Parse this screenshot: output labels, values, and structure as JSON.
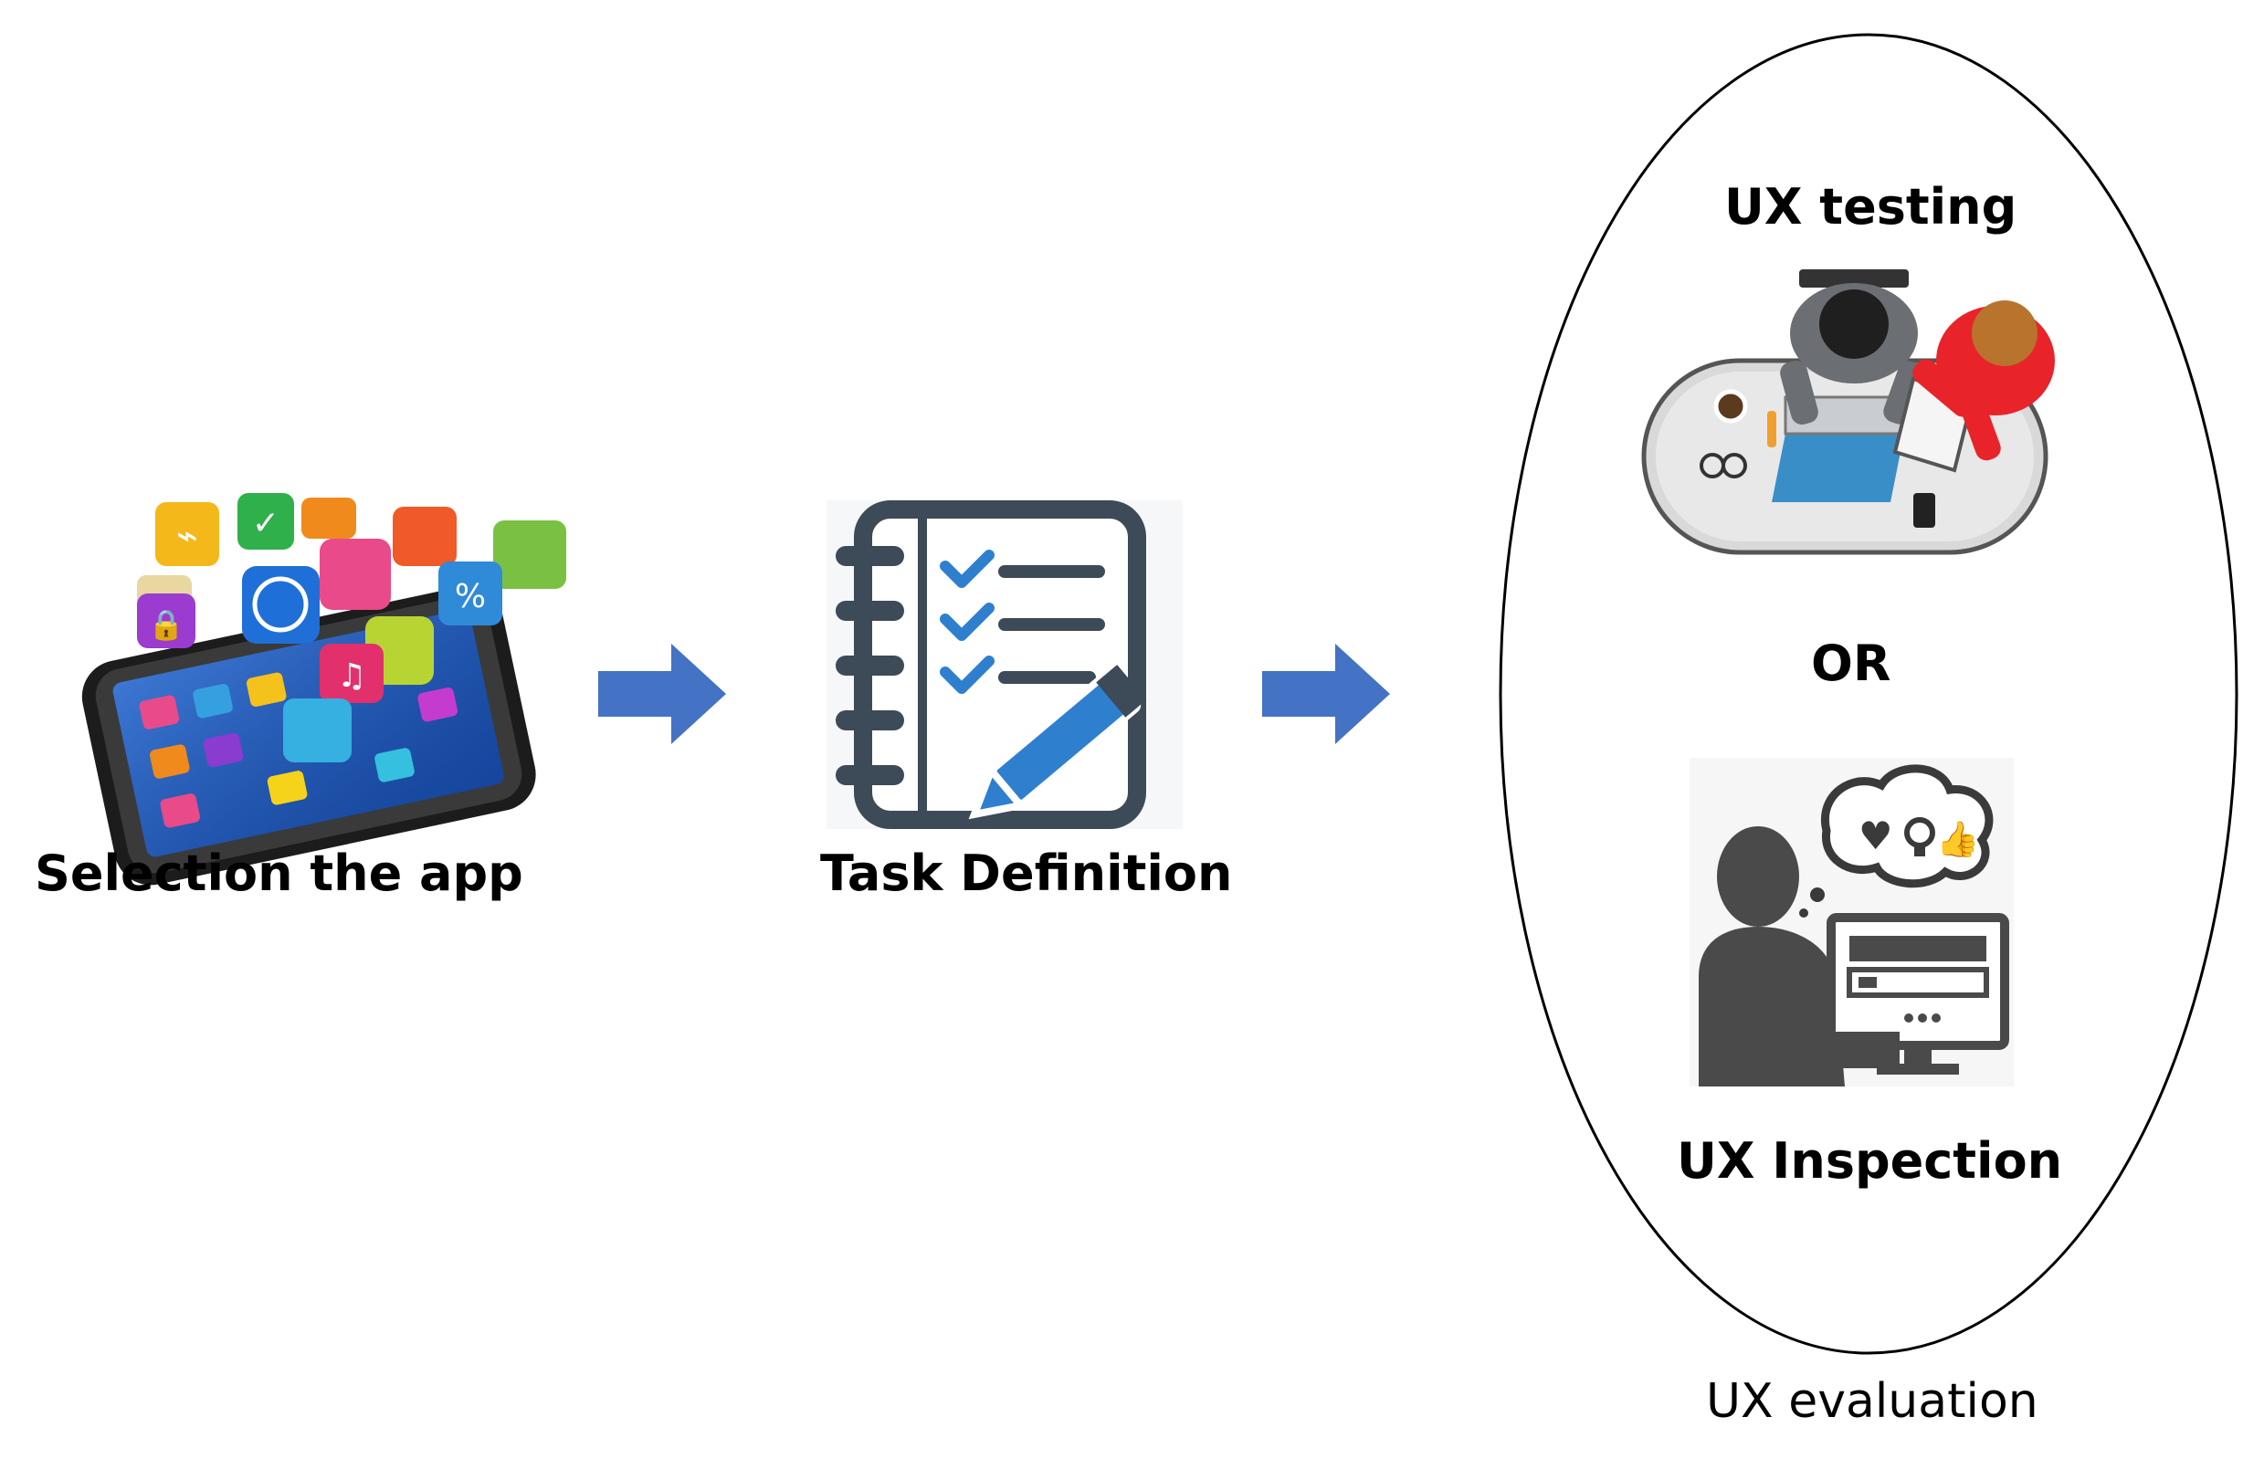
{
  "steps": [
    {
      "label": "Selection the app",
      "icon": "smartphone-apps-icon"
    },
    {
      "label": "Task Definition",
      "icon": "checklist-notebook-icon"
    }
  ],
  "evaluation": {
    "group_label": "UX evaluation",
    "option_a": "UX testing",
    "separator": "OR",
    "option_b": "UX Inspection"
  },
  "colors": {
    "arrow": "#4472c4",
    "checklist_dark": "#3d4a57",
    "checklist_accent": "#2f7fcf",
    "person_gray": "#4a4a4a",
    "shirt_red": "#e8242a"
  }
}
